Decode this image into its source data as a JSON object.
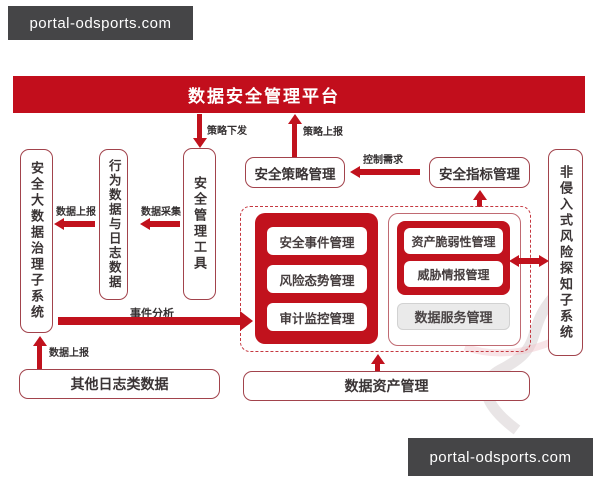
{
  "watermarks": {
    "top_left": "portal-odsports.com",
    "bottom_right": "portal-odsports.com"
  },
  "banner": {
    "title": "数据安全管理平台"
  },
  "nodes": {
    "big_data_governance_subsystem": "安全大数据治理子系统",
    "behavior_and_log_data": "行为数据与日志数据",
    "security_mgmt_tools": "安全管理工具",
    "security_policy_mgmt": "安全策略管理",
    "security_indicator_mgmt": "安全指标管理",
    "non_intrusive_risk_subsystem": "非侵入式风险探知子系统",
    "security_event_mgmt": "安全事件管理",
    "risk_posture_mgmt": "风险态势管理",
    "audit_monitoring_mgmt": "审计监控管理",
    "asset_vulnerability_mgmt": "资产脆弱性管理",
    "threat_intelligence_mgmt": "威胁情报管理",
    "data_service_mgmt": "数据服务管理",
    "other_log_data": "其他日志类数据",
    "data_asset_mgmt": "数据资产管理"
  },
  "edges": {
    "policy_issue": "策略下发",
    "policy_report": "策略上报",
    "control_demand": "控制需求",
    "data_report_upper": "数据上报",
    "data_collect": "数据采集",
    "event_analysis": "事件分析",
    "data_report_lower": "数据上报"
  },
  "colors": {
    "primary_red": "#c1121d",
    "banner_red": "#c20e1c",
    "border_red": "#a2434c",
    "dashed_red": "#c53840",
    "gray_fill": "#eaeaea",
    "watermark_bg": "#454547",
    "text_dark": "#3a3435"
  }
}
